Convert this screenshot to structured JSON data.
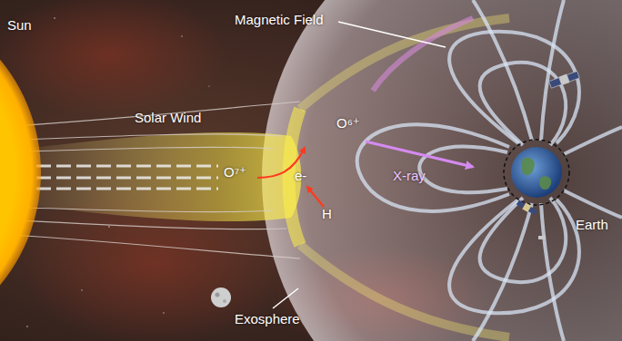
{
  "diagram": {
    "labels": [
      "Magnetic Field",
      "Sun",
      "Solar Wind",
      "O⁷⁺",
      "O⁶⁺",
      "e-",
      "H",
      "X-ray",
      "Earth",
      "Exosphere"
    ]
  }
}
